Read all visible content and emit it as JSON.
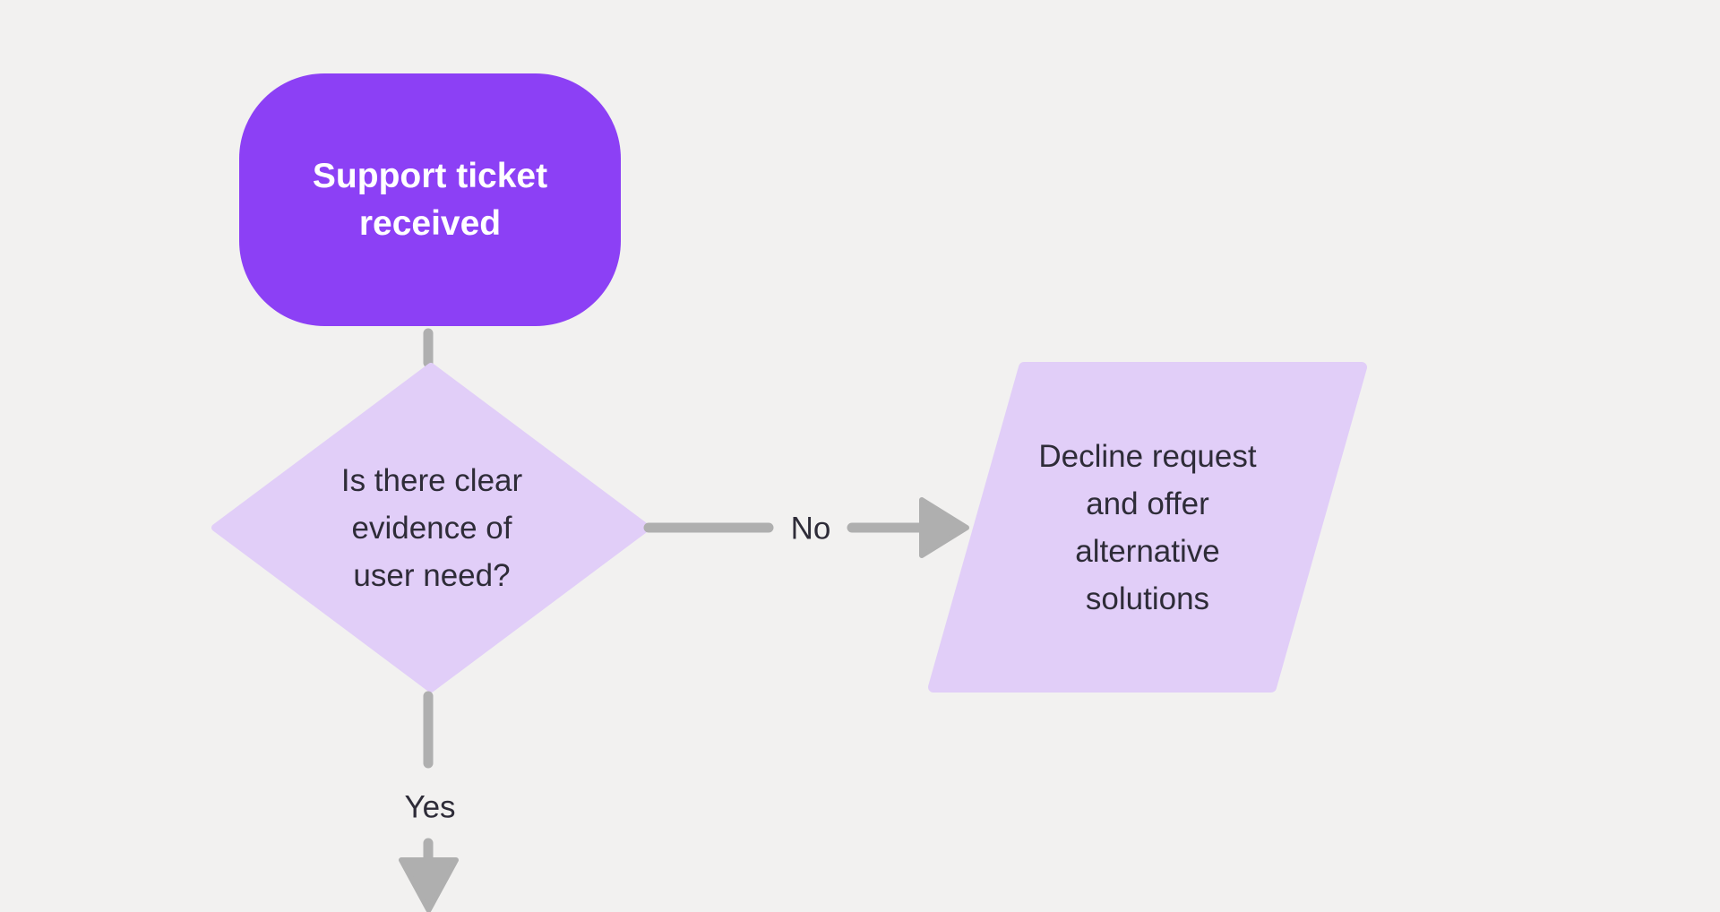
{
  "canvas": {
    "background": "#F2F1F0"
  },
  "colors": {
    "node_primary": "#8C40F5",
    "node_light": "#E1CEF8",
    "connector": "#AFAFAF",
    "text_dark": "#2E2C38",
    "text_light": "#FFFFFF"
  },
  "nodes": {
    "start": {
      "type": "terminator",
      "label": "Support ticket\nreceived"
    },
    "decision": {
      "type": "decision-diamond",
      "label": "Is there clear\nevidence of\nuser need?"
    },
    "decline": {
      "type": "parallelogram",
      "label": "Decline request\nand offer\nalternative\nsolutions"
    }
  },
  "edges": {
    "decision_no": {
      "label": "No"
    },
    "decision_yes": {
      "label": "Yes"
    }
  }
}
